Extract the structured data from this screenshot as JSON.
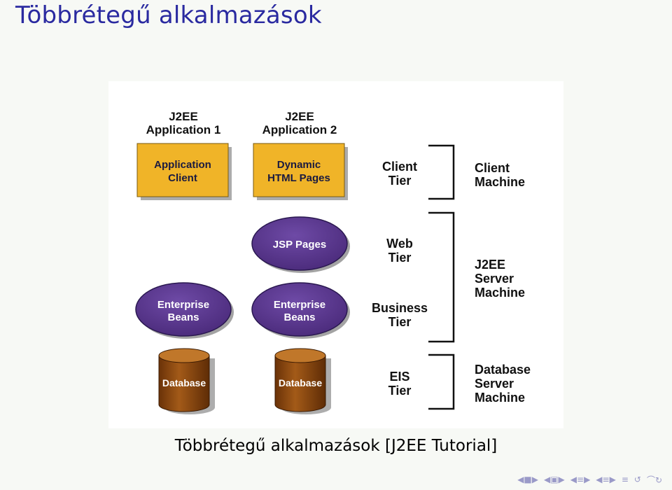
{
  "slide": {
    "title": "Többrétegű alkalmazások",
    "caption": "Többrétegű alkalmazások [J2EE Tutorial]"
  },
  "diagram": {
    "apps": [
      {
        "line1": "J2EE",
        "line2": "Application 1"
      },
      {
        "line1": "J2EE",
        "line2": "Application 2"
      }
    ],
    "client_boxes": [
      {
        "line1": "Application",
        "line2": "Client"
      },
      {
        "line1": "Dynamic",
        "line2": "HTML Pages"
      }
    ],
    "jsp_oval": {
      "label": "JSP Pages"
    },
    "bean_ovals": [
      {
        "line1": "Enterprise",
        "line2": "Beans"
      },
      {
        "line1": "Enterprise",
        "line2": "Beans"
      }
    ],
    "databases": [
      {
        "label": "Database"
      },
      {
        "label": "Database"
      }
    ],
    "tiers": [
      {
        "line1": "Client",
        "line2": "Tier"
      },
      {
        "line1": "Web",
        "line2": "Tier"
      },
      {
        "line1": "Business",
        "line2": "Tier"
      },
      {
        "line1": "EIS",
        "line2": "Tier"
      }
    ],
    "machines": [
      {
        "line1": "Client",
        "line2": "Machine"
      },
      {
        "line1": "J2EE",
        "line2": "Server",
        "line3": "Machine"
      },
      {
        "line1": "Database",
        "line2": "Server",
        "line3": "Machine"
      }
    ],
    "colors": {
      "box_fill": "#f0b428",
      "oval_fill": "#5a3a8c",
      "db_fill": "#8a4a12",
      "title": "#2a2aa0"
    }
  },
  "navigation": {
    "icons": [
      "nav-first-icon",
      "nav-prev-frame-icon",
      "nav-prev-section-icon",
      "nav-prev-subsection-icon",
      "nav-next-subsection-icon",
      "nav-align-icon",
      "nav-search-icon"
    ]
  }
}
